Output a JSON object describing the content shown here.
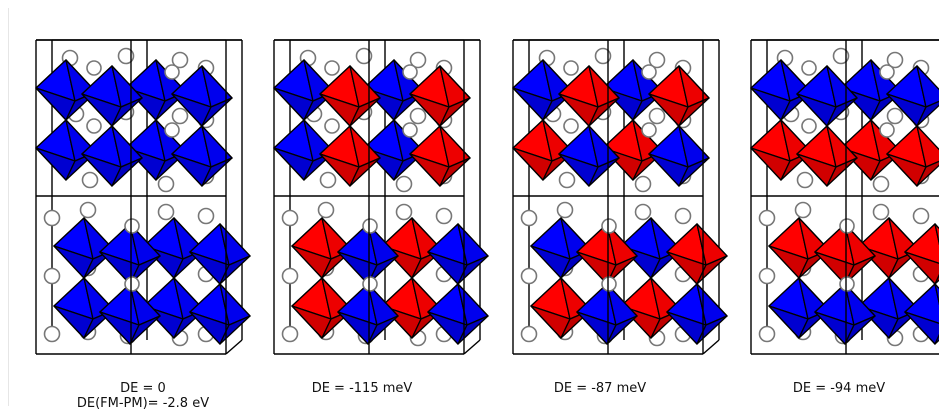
{
  "panels": [
    {
      "id": "p1",
      "caption_lines": [
        "DE = 0",
        "DE(FM-PM)= -2.8 eV"
      ],
      "layers": [
        [
          "#0000ff",
          "#0000ff",
          "#0000ff",
          "#0000ff"
        ],
        [
          "#0000ff",
          "#0000ff",
          "#0000ff",
          "#0000ff"
        ],
        [
          "#0000ff",
          "#0000ff",
          "#0000ff",
          "#0000ff"
        ],
        [
          "#0000ff",
          "#0000ff",
          "#0000ff",
          "#0000ff"
        ]
      ]
    },
    {
      "id": "p2",
      "caption_lines": [
        "DE = -115 meV"
      ],
      "layers": [
        [
          "#0000ff",
          "#ff0000",
          "#0000ff",
          "#ff0000"
        ],
        [
          "#0000ff",
          "#ff0000",
          "#0000ff",
          "#ff0000"
        ],
        [
          "#ff0000",
          "#0000ff",
          "#ff0000",
          "#0000ff"
        ],
        [
          "#ff0000",
          "#0000ff",
          "#ff0000",
          "#0000ff"
        ]
      ]
    },
    {
      "id": "p3",
      "caption_lines": [
        "DE = -87 meV"
      ],
      "layers": [
        [
          "#0000ff",
          "#ff0000",
          "#0000ff",
          "#ff0000"
        ],
        [
          "#ff0000",
          "#0000ff",
          "#ff0000",
          "#0000ff"
        ],
        [
          "#0000ff",
          "#ff0000",
          "#0000ff",
          "#ff0000"
        ],
        [
          "#ff0000",
          "#0000ff",
          "#ff0000",
          "#0000ff"
        ]
      ]
    },
    {
      "id": "p4",
      "caption_lines": [
        "DE = -94 meV"
      ],
      "layers": [
        [
          "#0000ff",
          "#0000ff",
          "#0000ff",
          "#0000ff"
        ],
        [
          "#ff0000",
          "#ff0000",
          "#ff0000",
          "#ff0000"
        ],
        [
          "#ff0000",
          "#ff0000",
          "#ff0000",
          "#ff0000"
        ],
        [
          "#0000ff",
          "#0000ff",
          "#0000ff",
          "#0000ff"
        ]
      ]
    }
  ],
  "colors": {
    "spin_up": "#0000ff",
    "spin_down": "#ff0000",
    "outline": "#000000",
    "atom_fill": "#ffffff",
    "atom_stroke": "#777777"
  }
}
